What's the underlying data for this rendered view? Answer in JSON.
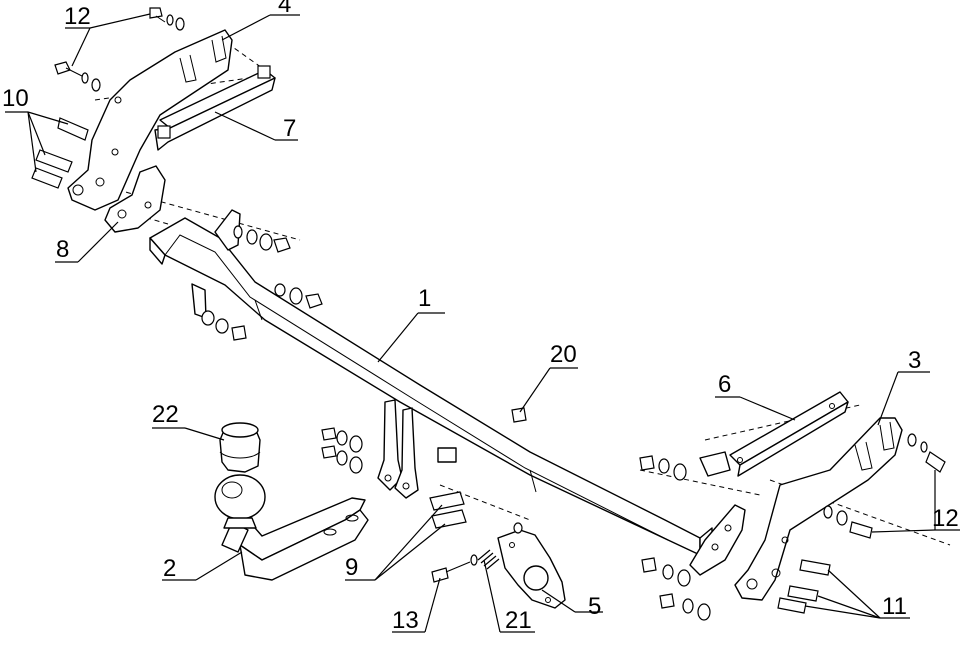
{
  "diagram": {
    "callouts": [
      {
        "id": "label-1",
        "text": "1"
      },
      {
        "id": "label-2",
        "text": "2"
      },
      {
        "id": "label-3",
        "text": "3"
      },
      {
        "id": "label-4",
        "text": "4"
      },
      {
        "id": "label-5",
        "text": "5"
      },
      {
        "id": "label-6",
        "text": "6"
      },
      {
        "id": "label-7",
        "text": "7"
      },
      {
        "id": "label-8",
        "text": "8"
      },
      {
        "id": "label-9",
        "text": "9"
      },
      {
        "id": "label-10",
        "text": "10"
      },
      {
        "id": "label-11",
        "text": "11"
      },
      {
        "id": "label-12a",
        "text": "12"
      },
      {
        "id": "label-12b",
        "text": "12"
      },
      {
        "id": "label-13",
        "text": "13"
      },
      {
        "id": "label-20",
        "text": "20"
      },
      {
        "id": "label-21",
        "text": "21"
      },
      {
        "id": "label-22",
        "text": "22"
      }
    ],
    "colors": {
      "ink": "#000000",
      "paper": "#ffffff"
    }
  }
}
